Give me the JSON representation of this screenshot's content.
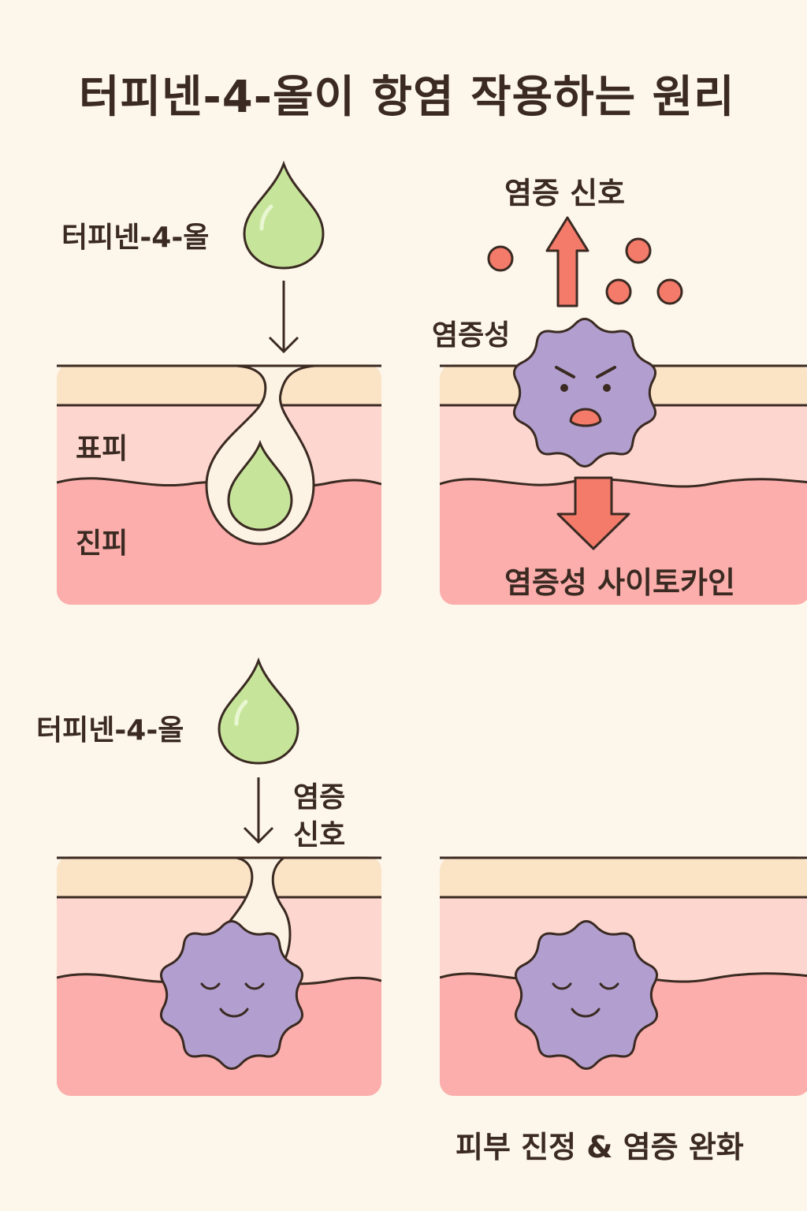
{
  "title": "터피넨-4-올이 항염 작용하는 원리",
  "panel1": {
    "drop_label": "터피넨-4-올",
    "epidermis_label": "표피",
    "dermis_label": "진피"
  },
  "panel2": {
    "signal_label": "염증 신호",
    "inflammatory_label": "염증성",
    "cytokine_label": "염증성 사이토카인"
  },
  "panel3": {
    "drop_label": "터피넨-4-올",
    "signal_line1": "염증",
    "signal_line2": "신호"
  },
  "panel4": {
    "caption": "피부 진정 & 염증 완화"
  },
  "colors": {
    "background": "#fdf6ea",
    "stratum": "#fbe3c6",
    "epidermis": "#fdd6cf",
    "dermis": "#fbaeab",
    "drop": "#c7e59a",
    "cell": "#b29fcf",
    "arrow": "#f47a6a",
    "outline": "#3a2a22"
  },
  "icons": [
    "oil-drop-icon",
    "immune-cell-icon",
    "down-arrow-icon",
    "up-arrow-icon"
  ]
}
